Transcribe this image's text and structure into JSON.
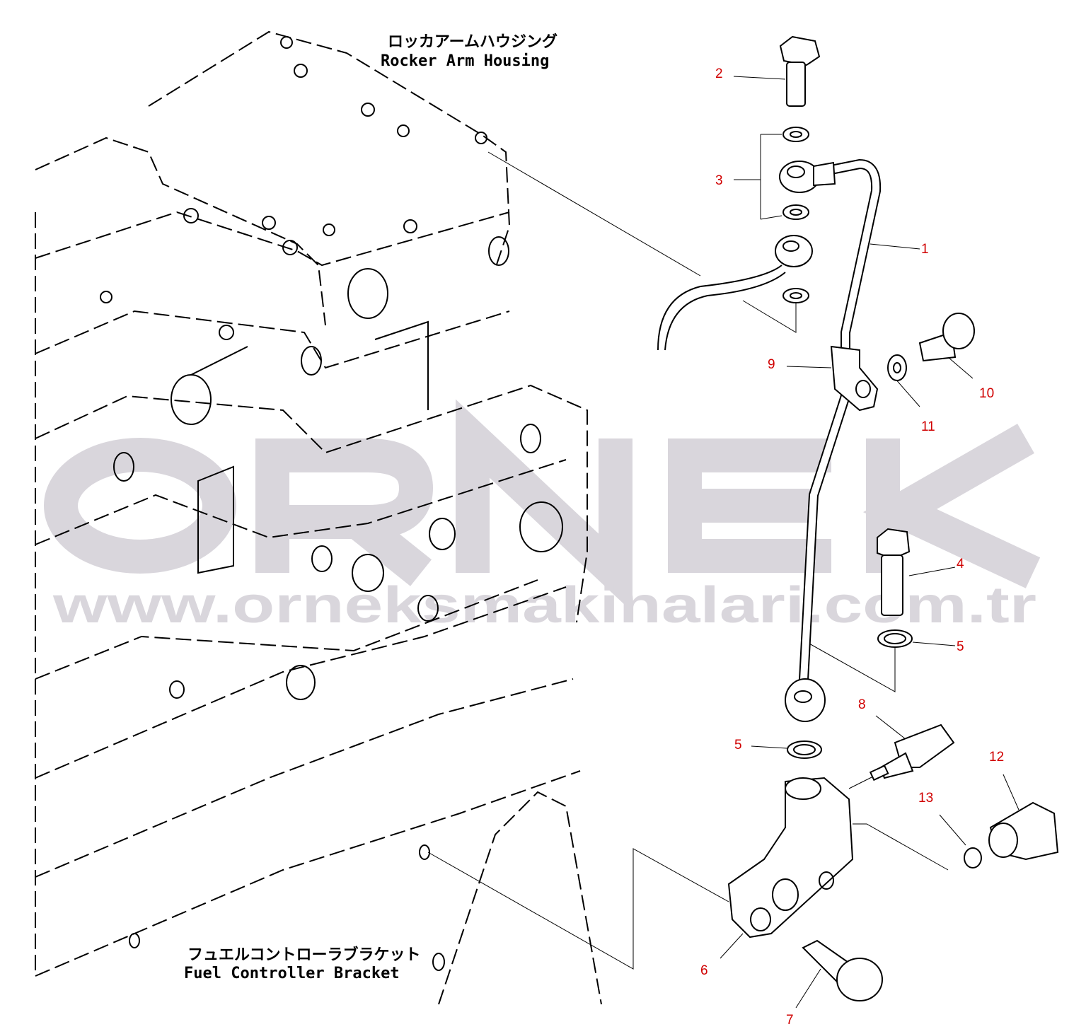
{
  "labels": {
    "rocker_jp": "ロッカアームハウジング",
    "rocker_en": "Rocker Arm Housing",
    "fuel_jp": "フュエルコントローラブラケット",
    "fuel_en": "Fuel Controller Bracket"
  },
  "watermark": {
    "brand": "ORNEK",
    "url": "www.orneksmakinalari.com.tr"
  },
  "callouts": [
    "1",
    "2",
    "3",
    "4",
    "5",
    "5",
    "6",
    "7",
    "8",
    "9",
    "10",
    "11",
    "12",
    "13"
  ],
  "colors": {
    "callout": "#d00000",
    "watermark": "#d9d6dc",
    "line": "#000000"
  }
}
